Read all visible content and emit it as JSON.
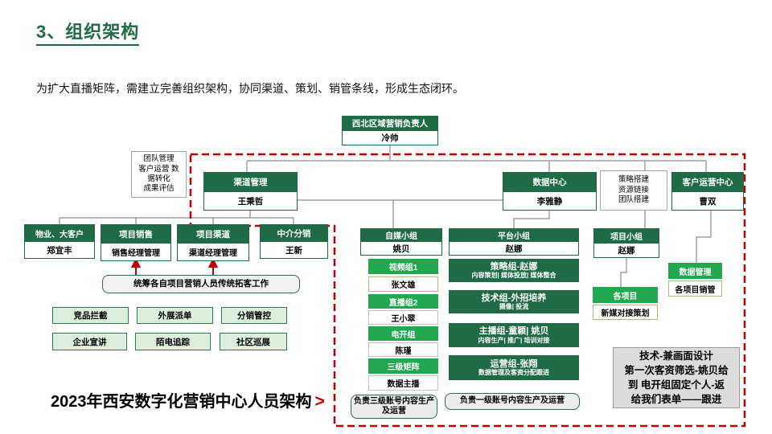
{
  "page": {
    "title": "3、组织架构",
    "subtitle": "为扩大直播矩阵，需建立完善组织架构，协同渠道、策划、销管条线，形成生态闭环。",
    "caption": "2023年西安数字化营销中心人员架构",
    "caption_arrow": ">"
  },
  "root": {
    "title": "西北区域营销负责人",
    "name": "冷帅"
  },
  "departments": {
    "channel": {
      "title": "渠道管理",
      "name": "王秉哲"
    },
    "data_center": {
      "title": "数据中心",
      "name": "李雅静"
    },
    "customer_ops": {
      "title": "客户运营中心",
      "name": "曹双"
    }
  },
  "channel_teams": [
    {
      "title": "物业、大客户",
      "name": "郑宜丰"
    },
    {
      "title": "项目销售",
      "name": "销售经理管理"
    },
    {
      "title": "项目渠道",
      "name": "渠道经理管理"
    },
    {
      "title": "中介分销",
      "name": "王新"
    }
  ],
  "offline_tasks": [
    "竞品拦截",
    "外展派单",
    "分销管控",
    "企业宣讲",
    "陌电追踪",
    "社区巡展"
  ],
  "media_group": {
    "title": "自媒小组",
    "name": "姚贝",
    "subgroups": [
      {
        "title": "视频组1",
        "name": "张文雄"
      },
      {
        "title": "直播组2",
        "name": "王小翠"
      },
      {
        "title": "电开组",
        "name": "陈瑾"
      },
      {
        "title": "三级矩阵",
        "name": "数据主播"
      }
    ]
  },
  "platform_group": {
    "title": "平台小组",
    "name": "赵娜",
    "teams": [
      {
        "title": "策略组-赵娜",
        "desc": "内容策划| 媒体投放| 媒体整合"
      },
      {
        "title": "技术组-外招培养",
        "desc": "摄像| 投流"
      },
      {
        "title": "主播组-童颖| 姚贝",
        "desc": "内容生产| 推广| 培训对接"
      },
      {
        "title": "运营组-张翔",
        "desc": "数据管理及客资分配跟进"
      }
    ]
  },
  "project_group": {
    "title": "项目小组",
    "name": "赵娜",
    "sub": {
      "title": "各项目",
      "name": "新媒对接策划"
    }
  },
  "ops_group": {
    "title": "数据管理",
    "name": "各项目销管"
  },
  "notes": {
    "team_mgmt": "团队管理\n客户运营 数\n据转化\n成果评估",
    "strategy": "策略搭建\n资源链接\n团队搭建",
    "coordinate": "统筹各自项目营销人员传统拓客工作",
    "level3_duty": "负责三级账号内容生产及运营",
    "level1_duty": "负责一级账号内容生产及运营",
    "tech_note": "技术-兼画面设计\n第一次客资筛选-姚贝给\n到 电开组固定个人-返\n给我们表单——跟进"
  },
  "colors": {
    "dark_green": "#1e6b45",
    "bright_green": "#22a94f",
    "light_green": "#ddeedd",
    "red": "#c00000"
  }
}
